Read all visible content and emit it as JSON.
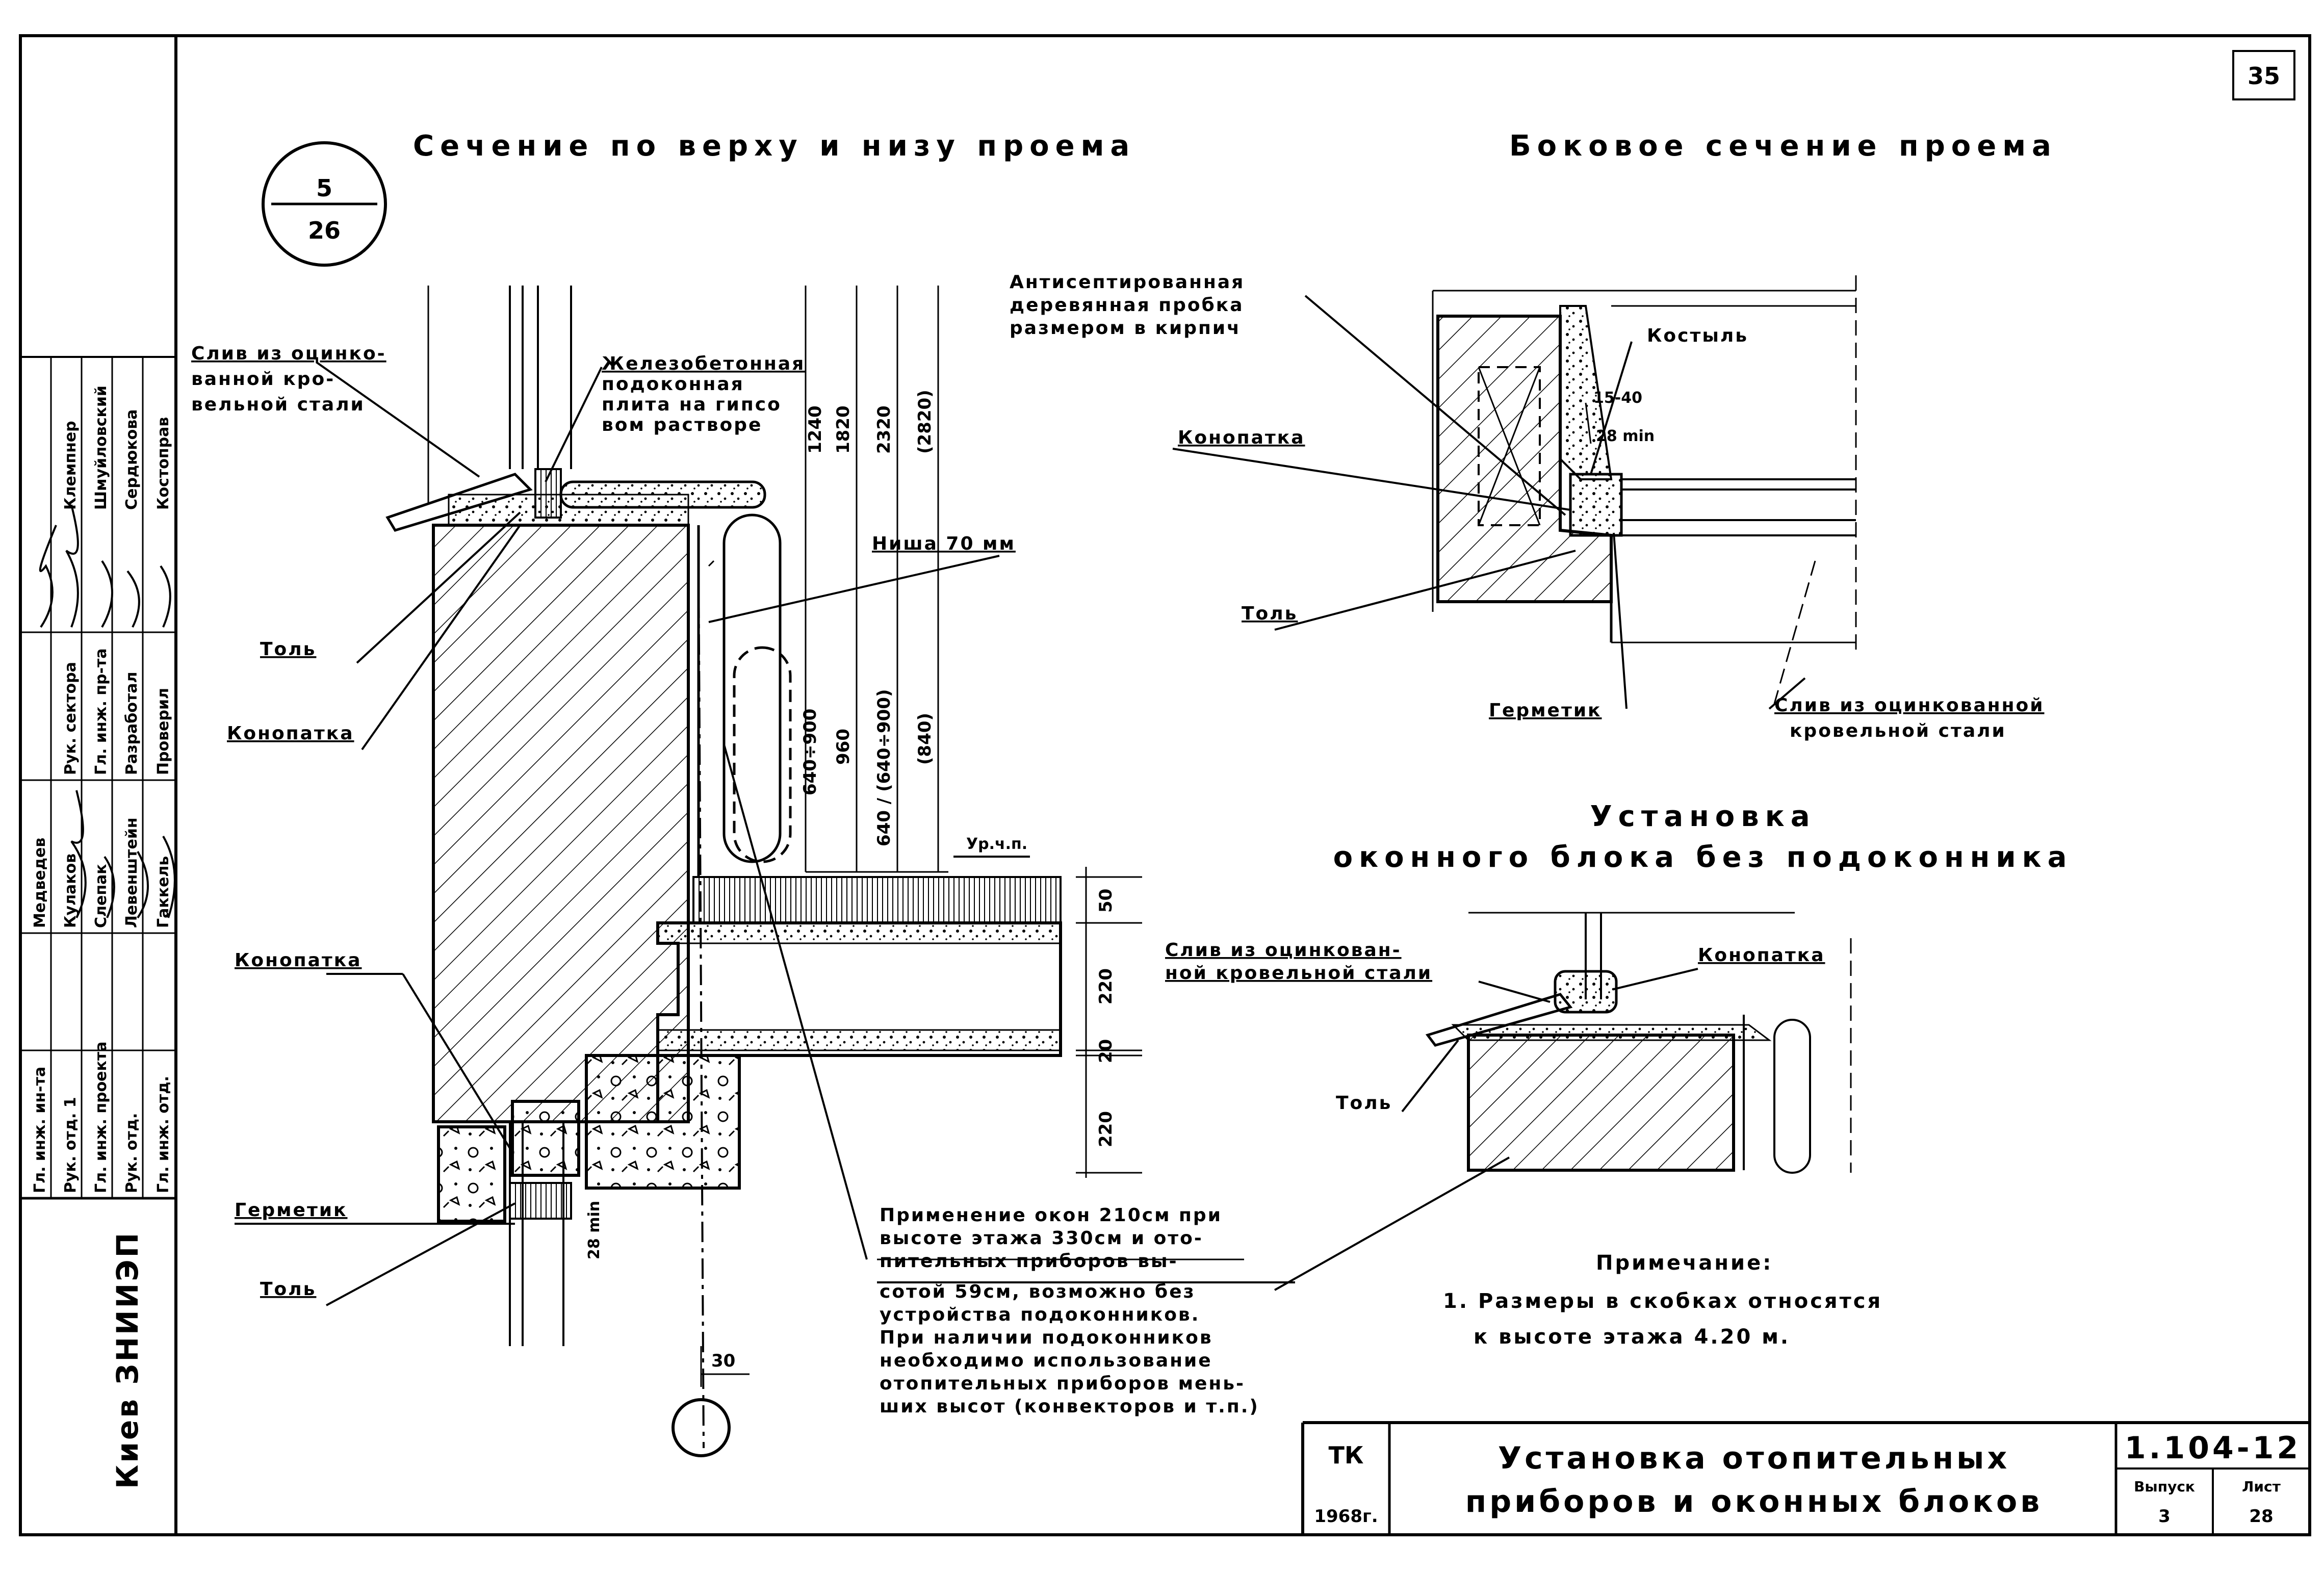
{
  "page_number": "35",
  "section_marker": {
    "top": "5",
    "bottom": "26"
  },
  "titles": {
    "main_section": "Сечение по верху и низу проема",
    "side_section": "Боковое сечение проема",
    "install_line1": "Установка",
    "install_line2": "оконного блока без подоконника"
  },
  "labels": {
    "sliv_main": [
      "Слив из оцинко-",
      "ванной кро-",
      "вельной стали"
    ],
    "zhb_plita": [
      "Железобетонная",
      "подоконная",
      "плита на гипсо",
      "вом растворе"
    ],
    "tol_1": "Толь",
    "konopatka_1": "Конопатка",
    "konopatka_2": "Конопатка",
    "germetik_1": "Герметик",
    "tol_2": "Толь",
    "nisha": "Ниша 70 мм",
    "ur_ch_p": "Ур.ч.п.",
    "antisept": [
      "Антисептированная",
      "деревянная пробка",
      "размером в кирпич"
    ],
    "kostyl": "Костыль",
    "konopatka_side": "Конопатка",
    "tol_side": "Толь",
    "germetik_side": "Герметик",
    "sliv_side": [
      "Слив из оцинкованной",
      "кровельной стали"
    ],
    "sliv_install": [
      "Слив из оцинкован-",
      "ной кровельной стали"
    ],
    "konopatka_install": "Конопатка",
    "tol_install": "Толь"
  },
  "dimensions": {
    "h1240": "1240",
    "h1820": "1820",
    "h2320": "2320",
    "h2820": "(2820)",
    "h640_900": "640÷900",
    "h960": "960",
    "h640_900b": "640 / (640÷900)",
    "h840": "(840)",
    "d50": "50",
    "d220a": "220",
    "d20": "20",
    "d220b": "220",
    "d28min": "28 min",
    "d30": "30",
    "d15_40": "15-40",
    "d28min_side": "28 min"
  },
  "application_note": [
    "Применение окон 210см при",
    "высоте этажа 330см и ото-",
    "пительных приборов вы-",
    "сотой 59см, возможно без",
    "устройства подоконников.",
    "При наличии подоконников",
    "необходимо использование",
    "отопительных приборов мень-",
    "ших высот (конвекторов и т.п.)"
  ],
  "notes": {
    "heading": "Примечание:",
    "items": [
      "1. Размеры в скобках относятся",
      "к высоте этажа 4.20 м."
    ]
  },
  "stamp": {
    "code": "ТК",
    "year": "1968г.",
    "title_line1": "Установка отопительных",
    "title_line2": "приборов и оконных блоков",
    "doc_number": "1.104-12",
    "issue_label": "Выпуск",
    "issue_value": "3",
    "sheet_label": "Лист",
    "sheet_value": "28"
  },
  "side_stamp": {
    "organization": "Киев ЗНИИЭП",
    "roles": [
      "Гл. инж. ин-та",
      "Рук. отд. 1",
      "Гл. инж. проекта",
      "Рук. отд.",
      "Гл. инж. отд."
    ],
    "names": [
      "Медведев",
      "Кулаков",
      "Слепак",
      "Левенштейн",
      "Гаккель"
    ],
    "roles2": [
      "Рук. сектора",
      "Гл. инж. пр-та",
      "Разработал",
      "Проверил"
    ],
    "names2": [
      "Клемпнер",
      "Шмуйловский",
      "Сердюкова",
      "Костоправ"
    ]
  }
}
